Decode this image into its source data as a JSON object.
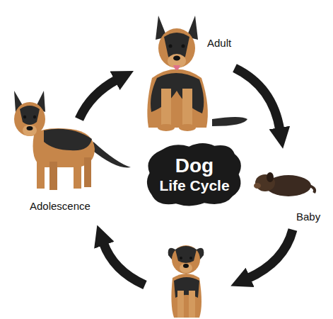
{
  "diagram": {
    "nodes": [
      {
        "text": [
          "Dog",
          "Life Cycle"
        ]
      }
    ],
    "labels": [
      "Adult",
      "Baby",
      "Adolescence"
    ]
  }
}
